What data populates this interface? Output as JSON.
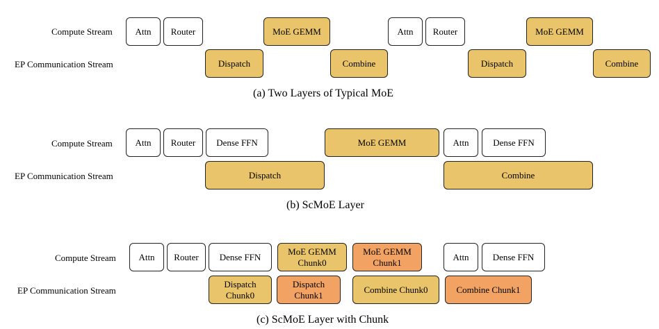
{
  "stream_labels": {
    "compute": "Compute Stream",
    "ep_comm": "EP Communication Stream"
  },
  "colors": {
    "white": "#ffffff",
    "yellow": "#e9c46a",
    "orange": "#f2a262",
    "border": "#222222"
  },
  "panel_a": {
    "caption": "(a) Two Layers of Typical MoE",
    "compute": [
      "Attn",
      "Router",
      "MoE GEMM",
      "Attn",
      "Router",
      "MoE GEMM"
    ],
    "comm": [
      "Dispatch",
      "Combine",
      "Dispatch",
      "Combine"
    ]
  },
  "panel_b": {
    "caption": "(b) ScMoE Layer",
    "compute": [
      "Attn",
      "Router",
      "Dense FFN",
      "MoE GEMM",
      "Attn",
      "Dense FFN"
    ],
    "comm": [
      "Dispatch",
      "Combine"
    ]
  },
  "panel_c": {
    "caption": "(c) ScMoE Layer with Chunk",
    "compute": [
      "Attn",
      "Router",
      "Dense FFN",
      "MoE GEMM\nChunk0",
      "MoE GEMM\nChunk1",
      "Attn",
      "Dense FFN"
    ],
    "comm": [
      "Dispatch\nChunk0",
      "Dispatch\nChunk1",
      "Combine Chunk0",
      "Combine Chunk1"
    ]
  }
}
